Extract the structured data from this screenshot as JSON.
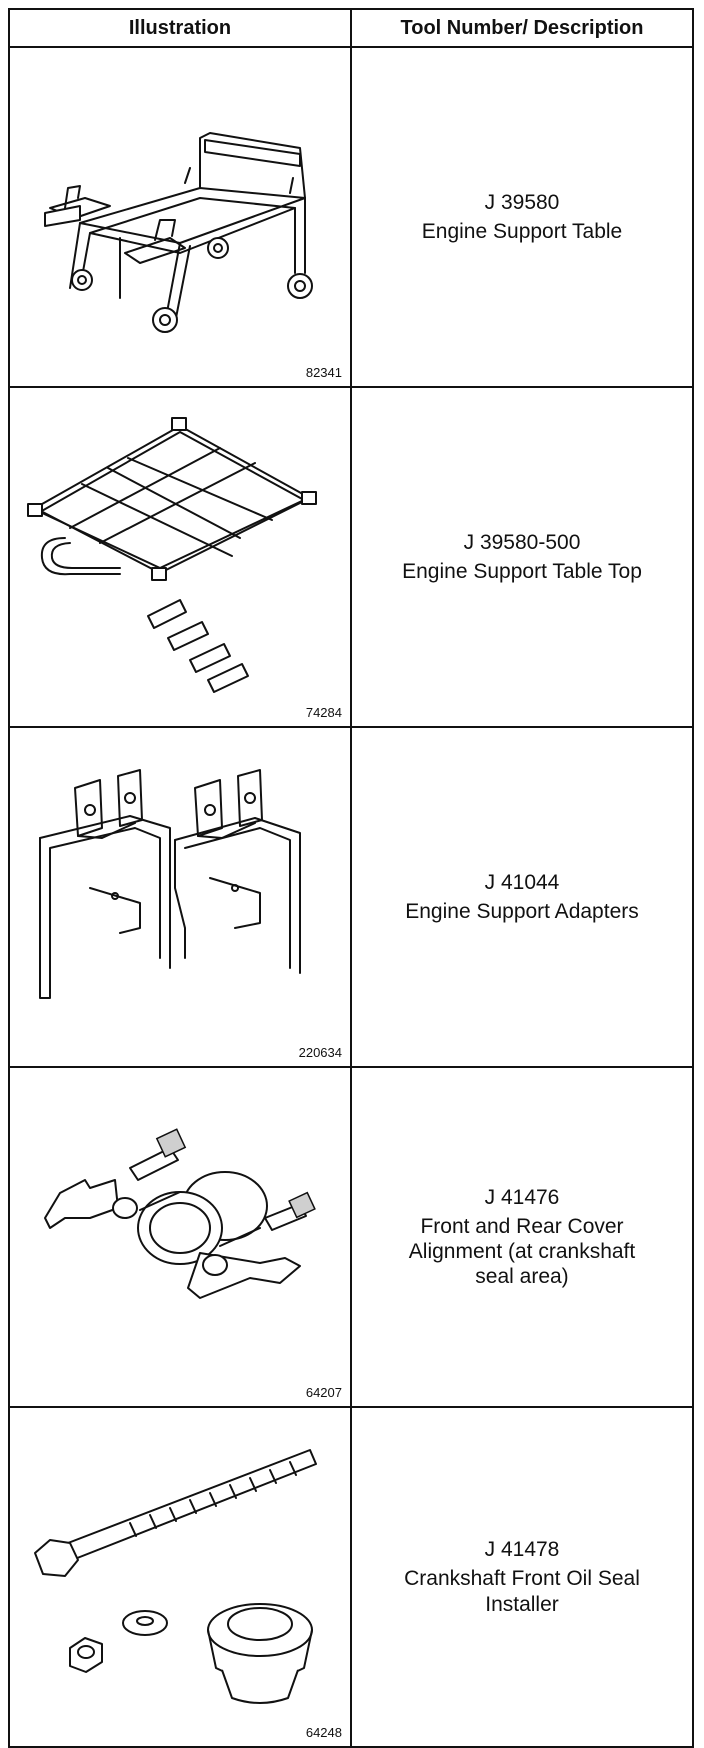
{
  "table": {
    "headers": {
      "illustration": "Illustration",
      "tool": "Tool Number/ Description"
    },
    "rows": [
      {
        "figure_no": "82341",
        "tool_no": "J 39580",
        "description": "Engine Support Table",
        "icon": "engine-support-table-icon"
      },
      {
        "figure_no": "74284",
        "tool_no": "J 39580-500",
        "description": "Engine Support Table Top",
        "icon": "table-top-frame-icon"
      },
      {
        "figure_no": "220634",
        "tool_no": "J 41044",
        "description": "Engine Support Adapters",
        "icon": "support-adapter-brackets-icon"
      },
      {
        "figure_no": "64207",
        "tool_no": "J 41476",
        "description": "Front and Rear Cover\nAlignment (at crankshaft\nseal area)",
        "icon": "cover-alignment-tool-icon"
      },
      {
        "figure_no": "64248",
        "tool_no": "J 41478",
        "description": "Crankshaft Front Oil Seal\nInstaller",
        "icon": "seal-installer-kit-icon"
      }
    ]
  }
}
